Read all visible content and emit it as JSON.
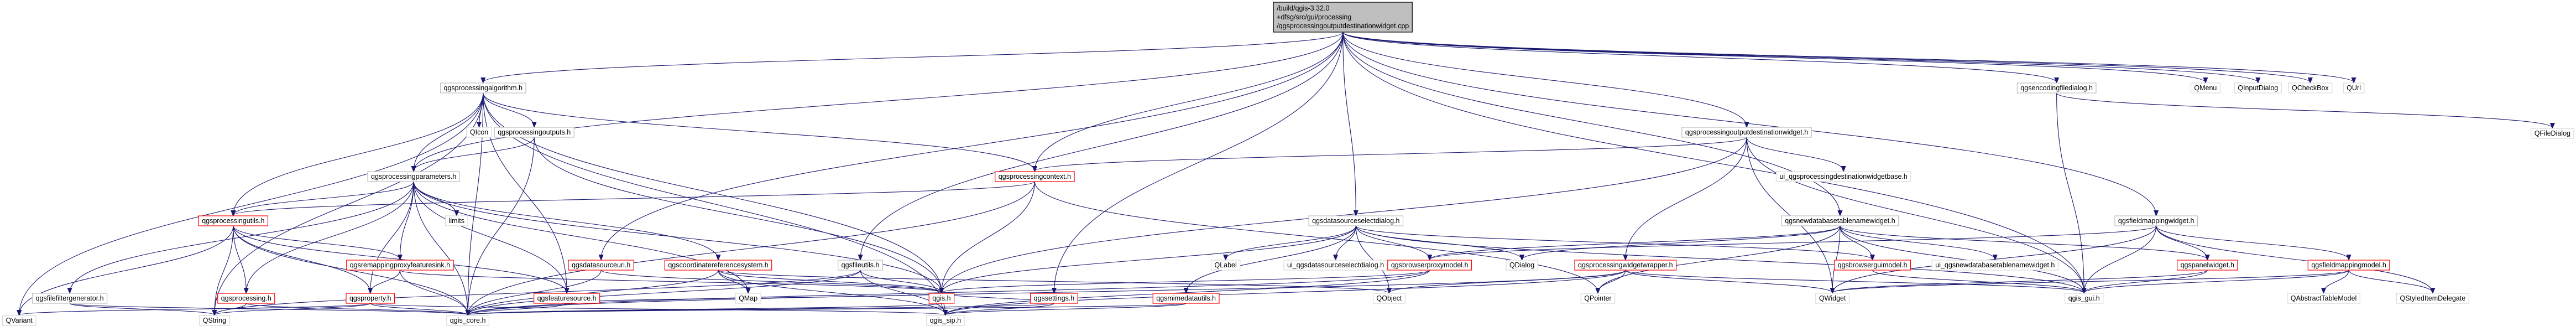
{
  "graph": {
    "root": {
      "id": "root",
      "lines": [
        "/build/qgis-3.32.0",
        "+dfsg/src/gui/processing",
        "/qgsprocessingoutputdestinationwidget.cpp"
      ]
    },
    "nodes": [
      {
        "id": "qgsprocessingalgorithm",
        "label": "qgsprocessingalgorithm.h",
        "style": "normal"
      },
      {
        "id": "qgsprocessingoutputdestinationwidget",
        "label": "qgsprocessingoutputdestinationwidget.h",
        "style": "normal"
      },
      {
        "id": "qgsencodingfiledialog",
        "label": "qgsencodingfiledialog.h",
        "style": "normal"
      },
      {
        "id": "qmenu",
        "label": "QMenu",
        "style": "plain"
      },
      {
        "id": "qinputdialog",
        "label": "QInputDialog",
        "style": "plain"
      },
      {
        "id": "qcheckbox",
        "label": "QCheckBox",
        "style": "plain"
      },
      {
        "id": "qurl",
        "label": "QUrl",
        "style": "plain"
      },
      {
        "id": "qfiledialog",
        "label": "QFileDialog",
        "style": "plain"
      },
      {
        "id": "qicon",
        "label": "QIcon",
        "style": "plain"
      },
      {
        "id": "qgsprocessingoutputs",
        "label": "qgsprocessingoutputs.h",
        "style": "normal"
      },
      {
        "id": "qgsprocessingcontext",
        "label": "qgsprocessingcontext.h",
        "style": "red"
      },
      {
        "id": "ui_qgsprocessingdestinationwidgetbase",
        "label": "ui_qgsprocessingdestinationwidgetbase.h",
        "style": "plain"
      },
      {
        "id": "qgsnewdatabasetablenamewidget",
        "label": "qgsnewdatabasetablenamewidget.h",
        "style": "normal"
      },
      {
        "id": "qgsfieldmappingwidget",
        "label": "qgsfieldmappingwidget.h",
        "style": "normal"
      },
      {
        "id": "qgsprocessingparameters",
        "label": "qgsprocessingparameters.h",
        "style": "normal"
      },
      {
        "id": "qgsdatasourceselectdialog",
        "label": "qgsdatasourceselectdialog.h",
        "style": "normal"
      },
      {
        "id": "qgsprocessingutils",
        "label": "qgsprocessingutils.h",
        "style": "red"
      },
      {
        "id": "limits",
        "label": "limits",
        "style": "plain"
      },
      {
        "id": "qgsremappingproxyfeaturesink",
        "label": "qgsremappingproxyfeaturesink.h",
        "style": "red"
      },
      {
        "id": "qgsdatasourceuri",
        "label": "qgsdatasourceuri.h",
        "style": "red"
      },
      {
        "id": "qgscoordinatereferencesystem",
        "label": "qgscoordinatereferencesystem.h",
        "style": "red"
      },
      {
        "id": "qgsfileutils",
        "label": "qgsfileutils.h",
        "style": "normal"
      },
      {
        "id": "qlabel",
        "label": "QLabel",
        "style": "plain"
      },
      {
        "id": "ui_qgsdatasourceselectdialog",
        "label": "ui_qgsdatasourceselectdialog.h",
        "style": "plain"
      },
      {
        "id": "qdialog",
        "label": "QDialog",
        "style": "plain"
      },
      {
        "id": "qgsbrowserproxymodel",
        "label": "qgsbrowserproxymodel.h",
        "style": "red"
      },
      {
        "id": "qgsbrowserguimodel",
        "label": "qgsbrowserguimodel.h",
        "style": "red"
      },
      {
        "id": "ui_qgsnewdatabasetablenamewidget",
        "label": "ui_qgsnewdatabasetablenamewidget.h",
        "style": "plain"
      },
      {
        "id": "qgspanelwidget",
        "label": "qgspanelwidget.h",
        "style": "red"
      },
      {
        "id": "qgsfieldmappingmodel",
        "label": "qgsfieldmappingmodel.h",
        "style": "red"
      },
      {
        "id": "qgsprocessingwidgetwrapper",
        "label": "qgsprocessingwidgetwrapper.h",
        "style": "red"
      },
      {
        "id": "qgsfilefiltergenerator",
        "label": "qgsfilefiltergenerator.h",
        "style": "normal"
      },
      {
        "id": "qgsprocessing",
        "label": "qgsprocessing.h",
        "style": "red"
      },
      {
        "id": "qgsproperty",
        "label": "qgsproperty.h",
        "style": "red"
      },
      {
        "id": "qgsfeaturesource",
        "label": "qgsfeaturesource.h",
        "style": "red"
      },
      {
        "id": "qmap",
        "label": "QMap",
        "style": "plain"
      },
      {
        "id": "qgs_h",
        "label": "qgis.h",
        "style": "red"
      },
      {
        "id": "qgssettings",
        "label": "qgssettings.h",
        "style": "red"
      },
      {
        "id": "qgsmimedatautils",
        "label": "qgsmimedatautils.h",
        "style": "red"
      },
      {
        "id": "qobject",
        "label": "QObject",
        "style": "plain"
      },
      {
        "id": "qpointer",
        "label": "QPointer",
        "style": "plain"
      },
      {
        "id": "qwidget",
        "label": "QWidget",
        "style": "plain"
      },
      {
        "id": "qgis_gui",
        "label": "qgis_gui.h",
        "style": "plain"
      },
      {
        "id": "qabstracttablemodel",
        "label": "QAbstractTableModel",
        "style": "plain"
      },
      {
        "id": "qstyleditemdelegate",
        "label": "QStyledItemDelegate",
        "style": "plain"
      },
      {
        "id": "qvariant",
        "label": "QVariant",
        "style": "plain"
      },
      {
        "id": "qstring",
        "label": "QString",
        "style": "plain"
      },
      {
        "id": "qgis_core",
        "label": "qgis_core.h",
        "style": "plain"
      },
      {
        "id": "qgis_sip",
        "label": "qgis_sip.h",
        "style": "plain"
      }
    ],
    "edges": [
      [
        "root",
        "qgsprocessingalgorithm"
      ],
      [
        "root",
        "qgsprocessingoutputdestinationwidget"
      ],
      [
        "root",
        "qgsencodingfiledialog"
      ],
      [
        "root",
        "qmenu"
      ],
      [
        "root",
        "qinputdialog"
      ],
      [
        "root",
        "qcheckbox"
      ],
      [
        "root",
        "qurl"
      ],
      [
        "root",
        "qgsprocessingcontext"
      ],
      [
        "root",
        "qgsnewdatabasetablenamewidget"
      ],
      [
        "root",
        "qgsfieldmappingwidget"
      ],
      [
        "root",
        "qgsdatasourceselectdialog"
      ],
      [
        "root",
        "qgsprocessingparameters"
      ],
      [
        "root",
        "qgssettings"
      ],
      [
        "root",
        "qgsfileutils"
      ],
      [
        "root",
        "qgsdatasourceuri"
      ],
      [
        "root",
        "qgis_gui"
      ],
      [
        "qgsprocessingalgorithm",
        "qgsprocessingparameters"
      ],
      [
        "qgsprocessingalgorithm",
        "qgsprocessingoutputs"
      ],
      [
        "qgsprocessingalgorithm",
        "qicon"
      ],
      [
        "qgsprocessingalgorithm",
        "qgsprocessingcontext"
      ],
      [
        "qgsprocessingalgorithm",
        "qgsprocessingutils"
      ],
      [
        "qgsprocessingalgorithm",
        "qgs_h"
      ],
      [
        "qgsprocessingalgorithm",
        "qgis_core"
      ],
      [
        "qgsprocessingalgorithm",
        "qgis_sip"
      ],
      [
        "qgsprocessingalgorithm",
        "qstring"
      ],
      [
        "qgsprocessingalgorithm",
        "qvariant"
      ],
      [
        "qgsprocessingalgorithm",
        "qgsfeaturesource"
      ],
      [
        "qgsprocessingoutputs",
        "qgsprocessingparameters"
      ],
      [
        "qgsprocessingoutputs",
        "qgis_core"
      ],
      [
        "qgsprocessingoutputs",
        "qgs_h"
      ],
      [
        "qgsprocessingparameters",
        "qgsprocessingutils"
      ],
      [
        "qgsprocessingparameters",
        "limits"
      ],
      [
        "qgsprocessingparameters",
        "qgsremappingproxyfeaturesink"
      ],
      [
        "qgsprocessingparameters",
        "qgscoordinatereferencesystem"
      ],
      [
        "qgsprocessingparameters",
        "qgsfilefiltergenerator"
      ],
      [
        "qgsprocessingparameters",
        "qgsproperty"
      ],
      [
        "qgsprocessingparameters",
        "qmap"
      ],
      [
        "qgsprocessingparameters",
        "qgs_h"
      ],
      [
        "qgsprocessingparameters",
        "qgis_core"
      ],
      [
        "qgsprocessingparameters",
        "qgsprocessing"
      ],
      [
        "qgsprocessingparameters",
        "qgsfeaturesource"
      ],
      [
        "qgsprocessingutils",
        "qgsremappingproxyfeaturesink"
      ],
      [
        "qgsprocessingutils",
        "qgsprocessing"
      ],
      [
        "qgsprocessingutils",
        "qgsproperty"
      ],
      [
        "qgsprocessingutils",
        "qgsfeaturesource"
      ],
      [
        "qgsprocessingutils",
        "qvariant"
      ],
      [
        "qgsprocessingutils",
        "qstring"
      ],
      [
        "qgsprocessingutils",
        "qgis_core"
      ],
      [
        "qgsremappingproxyfeaturesink",
        "qgsproperty"
      ],
      [
        "qgsremappingproxyfeaturesink",
        "qgis_core"
      ],
      [
        "qgsremappingproxyfeaturesink",
        "qgs_h"
      ],
      [
        "qgsprocessing",
        "qstring"
      ],
      [
        "qgsprocessing",
        "qgis_core"
      ],
      [
        "qgsproperty",
        "qgis_core"
      ],
      [
        "qgsproperty",
        "qgis_sip"
      ],
      [
        "qgsproperty",
        "qvariant"
      ],
      [
        "qgsproperty",
        "qstring"
      ],
      [
        "qgsfilefiltergenerator",
        "qstring"
      ],
      [
        "qgsfilefiltergenerator",
        "qgis_core"
      ],
      [
        "qgsfeaturesource",
        "qgis_core"
      ],
      [
        "qgsfeaturesource",
        "qgs_h"
      ],
      [
        "qgscoordinatereferencesystem",
        "qgis_core"
      ],
      [
        "qgscoordinatereferencesystem",
        "qgis_sip"
      ],
      [
        "qgscoordinatereferencesystem",
        "qmap"
      ],
      [
        "qgscoordinatereferencesystem",
        "qgs_h"
      ],
      [
        "qgscoordinatereferencesystem",
        "qobject"
      ],
      [
        "qgsdatasourceuri",
        "qgis_core"
      ],
      [
        "qgsdatasourceuri",
        "qgs_h"
      ],
      [
        "qgsprocessingcontext",
        "qgsprocessingutils"
      ],
      [
        "qgsprocessingcontext",
        "qgs_h"
      ],
      [
        "qgsprocessingcontext",
        "qgis_core"
      ],
      [
        "qgsprocessingcontext",
        "qpointer"
      ],
      [
        "qgsprocessingoutputdestinationwidget",
        "qgsprocessingcontext"
      ],
      [
        "qgsprocessingoutputdestinationwidget",
        "ui_qgsprocessingdestinationwidgetbase"
      ],
      [
        "qgsprocessingoutputdestinationwidget",
        "qgsprocessingwidgetwrapper"
      ],
      [
        "qgsprocessingoutputdestinationwidget",
        "qgis_gui"
      ],
      [
        "qgsprocessingoutputdestinationwidget",
        "qwidget"
      ],
      [
        "qgsprocessingoutputdestinationwidget",
        "qgs_h"
      ],
      [
        "qgsencodingfiledialog",
        "qfiledialog"
      ],
      [
        "qgsencodingfiledialog",
        "qgis_gui"
      ],
      [
        "qgsdatasourceselectdialog",
        "qlabel"
      ],
      [
        "qgsdatasourceselectdialog",
        "ui_qgsdatasourceselectdialog"
      ],
      [
        "qgsdatasourceselectdialog",
        "qdialog"
      ],
      [
        "qgsdatasourceselectdialog",
        "qgsbrowserproxymodel"
      ],
      [
        "qgsdatasourceselectdialog",
        "qgsbrowserguimodel"
      ],
      [
        "qgsdatasourceselectdialog",
        "qgsmimedatautils"
      ],
      [
        "qgsdatasourceselectdialog",
        "qgis_gui"
      ],
      [
        "qgsdatasourceselectdialog",
        "qobject"
      ],
      [
        "qgsdatasourceselectdialog",
        "qgs_h"
      ],
      [
        "qgsnewdatabasetablenamewidget",
        "ui_qgsnewdatabasetablenamewidget"
      ],
      [
        "qgsnewdatabasetablenamewidget",
        "qgspanelwidget"
      ],
      [
        "qgsnewdatabasetablenamewidget",
        "qgsbrowserguimodel"
      ],
      [
        "qgsnewdatabasetablenamewidget",
        "qgsbrowserproxymodel"
      ],
      [
        "qgsnewdatabasetablenamewidget",
        "qgis_gui"
      ],
      [
        "qgsnewdatabasetablenamewidget",
        "qdialog"
      ],
      [
        "qgsnewdatabasetablenamewidget",
        "qwidget"
      ],
      [
        "qgsnewdatabasetablenamewidget",
        "qpointer"
      ],
      [
        "qgsfieldmappingwidget",
        "qgsfieldmappingmodel"
      ],
      [
        "qgsfieldmappingwidget",
        "qgspanelwidget"
      ],
      [
        "qgsfieldmappingwidget",
        "qgis_gui"
      ],
      [
        "qgsfieldmappingwidget",
        "qstyleditemdelegate"
      ],
      [
        "qgsfieldmappingwidget",
        "qwidget"
      ],
      [
        "qgsfieldmappingwidget",
        "qgsbrowserproxymodel"
      ],
      [
        "qgsfieldmappingmodel",
        "qabstracttablemodel"
      ],
      [
        "qgsfieldmappingmodel",
        "qstyleditemdelegate"
      ],
      [
        "qgsfieldmappingmodel",
        "qgis_gui"
      ],
      [
        "qgsfieldmappingmodel",
        "qwidget"
      ],
      [
        "qgspanelwidget",
        "qwidget"
      ],
      [
        "qgspanelwidget",
        "qgis_gui"
      ],
      [
        "qgsbrowserproxymodel",
        "qgis_core"
      ],
      [
        "qgsbrowserproxymodel",
        "qgis_sip"
      ],
      [
        "qgsbrowserproxymodel",
        "qgs_h"
      ],
      [
        "qgsbrowserguimodel",
        "qgis_gui"
      ],
      [
        "qgsprocessingwidgetwrapper",
        "qobject"
      ],
      [
        "qgsprocessingwidgetwrapper",
        "qwidget"
      ],
      [
        "qgsprocessingwidgetwrapper",
        "qpointer"
      ],
      [
        "qgsprocessingwidgetwrapper",
        "qgis_gui"
      ],
      [
        "qgsprocessingwidgetwrapper",
        "qgis_sip"
      ],
      [
        "qgsprocessingwidgetwrapper",
        "qgis_core"
      ],
      [
        "qgssettings",
        "qgis_core"
      ],
      [
        "qgssettings",
        "qgis_sip"
      ],
      [
        "qgssettings",
        "qgs_h"
      ],
      [
        "qgsfileutils",
        "qgis_core"
      ],
      [
        "qgsfileutils",
        "qgis_sip"
      ],
      [
        "qgsfileutils",
        "qstring"
      ],
      [
        "qgsfileutils",
        "qgs_h"
      ],
      [
        "qgsmimedatautils",
        "qgis_core"
      ],
      [
        "qgsmimedatautils",
        "qgis_sip"
      ],
      [
        "qgs_h",
        "qgis_core"
      ],
      [
        "qgs_h",
        "qgis_sip"
      ]
    ]
  }
}
